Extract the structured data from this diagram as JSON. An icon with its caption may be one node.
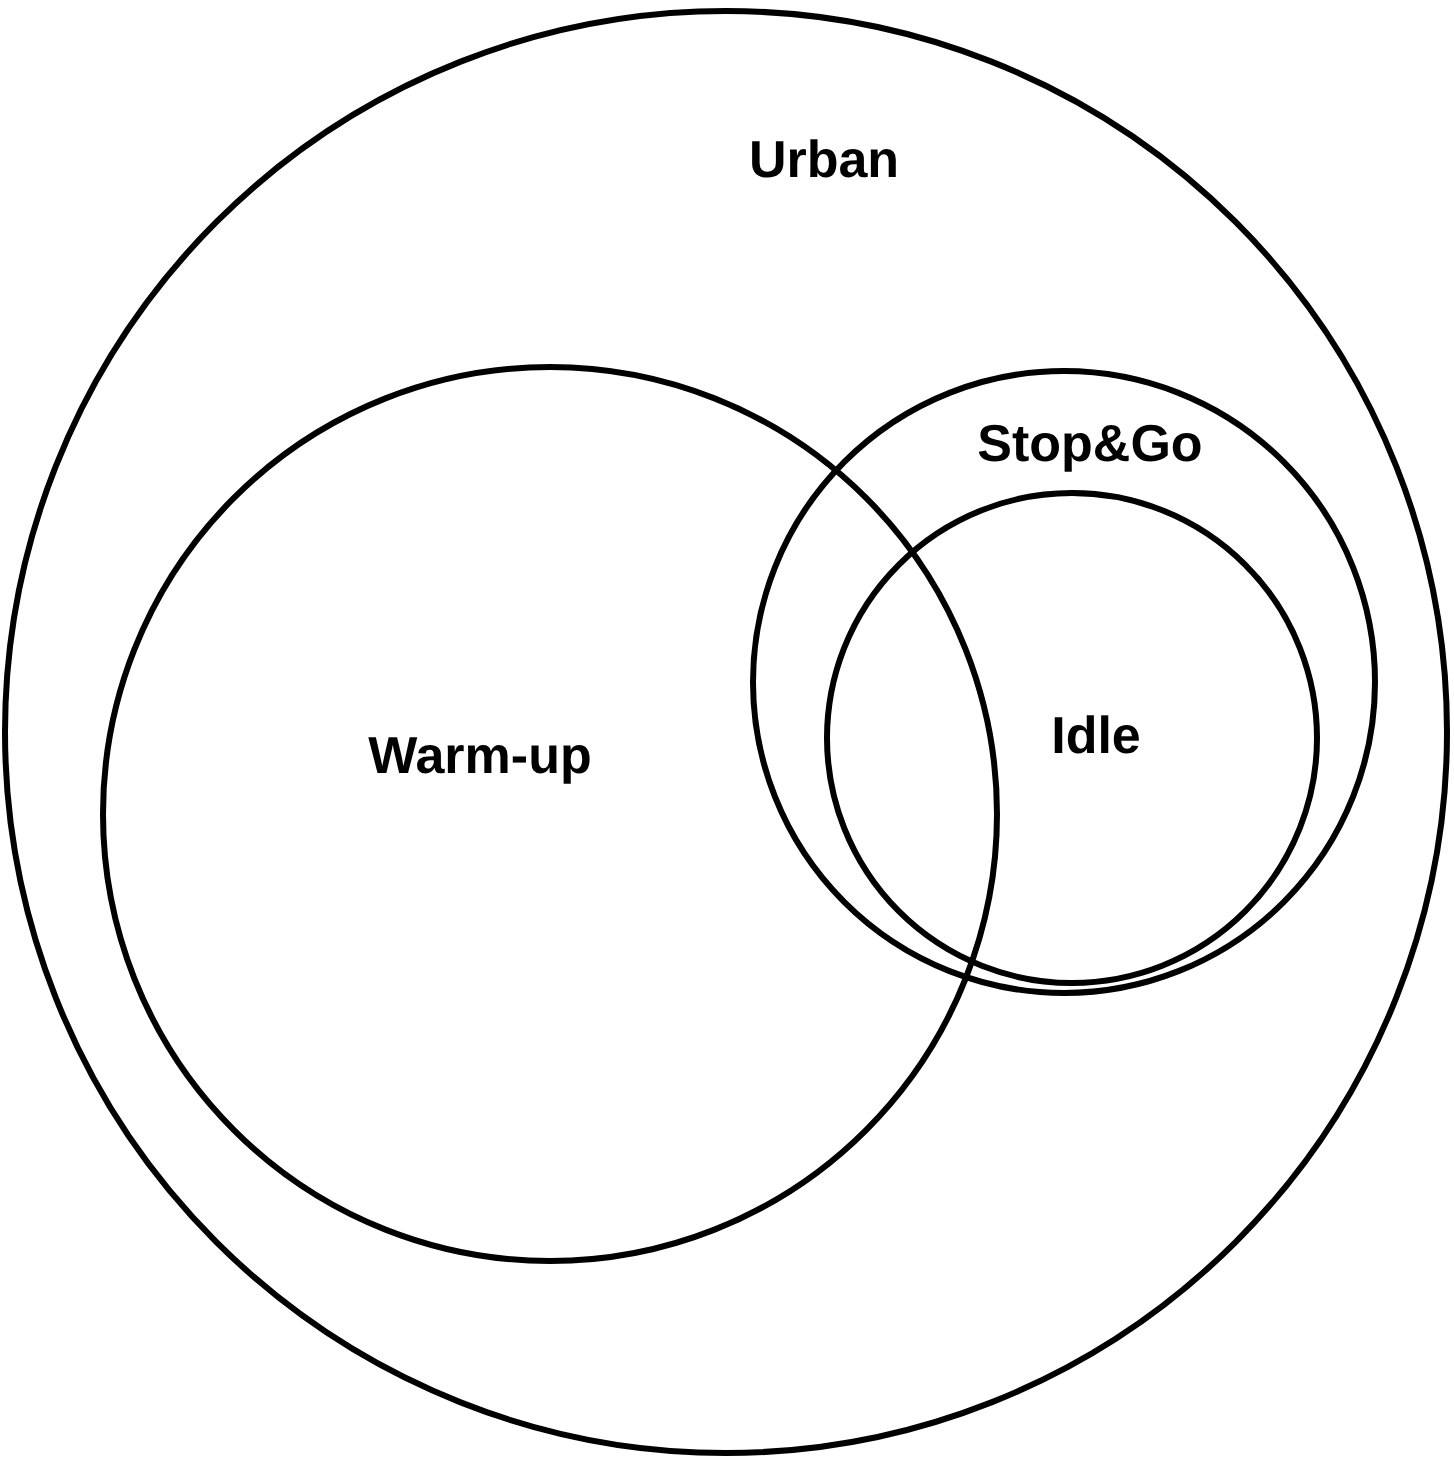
{
  "diagram": {
    "nodes": [
      {
        "text": [
          "Urban"
        ]
      },
      {
        "text": [
          "Warm-up"
        ],
        "in": 0
      },
      {
        "text": [
          "Stop&Go"
        ],
        "in": 0
      },
      {
        "text": [
          "Idle"
        ],
        "in": 2
      }
    ]
  }
}
